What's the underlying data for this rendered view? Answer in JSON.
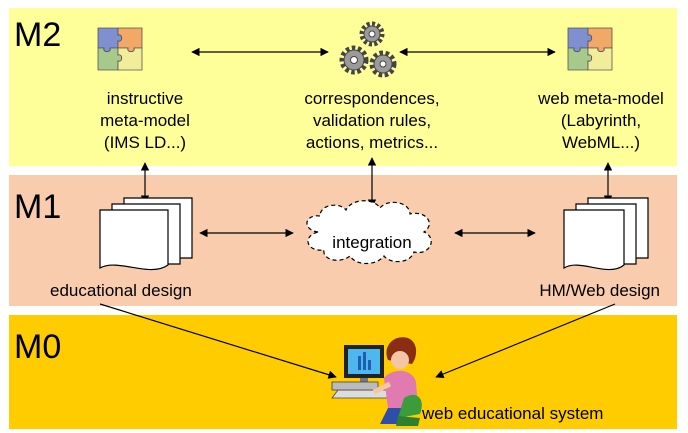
{
  "colors": {
    "m2_band": "#ffff99",
    "m1_band": "#f8ccac",
    "m0_band": "#ffcc00",
    "line": "#000000",
    "puzzle_blue": "#7f8fd0",
    "puzzle_orange": "#f2a866",
    "puzzle_green": "#a8c98c",
    "puzzle_yellow": "#f2ed9a",
    "gear": "#9a9a9a"
  },
  "levels": {
    "m2": "M2",
    "m1": "M1",
    "m0": "M0"
  },
  "m2": {
    "instructive": [
      "instructive",
      "meta-model",
      "(IMS LD...)"
    ],
    "correspondences": [
      "correspondences,",
      "validation rules,",
      "actions, metrics..."
    ],
    "web": [
      "web meta-model",
      "(Labyrinth,",
      "WebML...)"
    ]
  },
  "m1": {
    "educational_design": "educational design",
    "integration": "integration",
    "hm_web_design": "HM/Web design"
  },
  "m0": {
    "system": "web educational system"
  },
  "icons": {
    "instructive_puzzle": "puzzle-icon",
    "gears": "gears-icon",
    "web_puzzle": "puzzle-icon",
    "educational_docs": "document-stack-icon",
    "integration_cloud": "cloud-icon",
    "web_docs": "document-stack-icon",
    "user": "person-at-computer-icon"
  }
}
